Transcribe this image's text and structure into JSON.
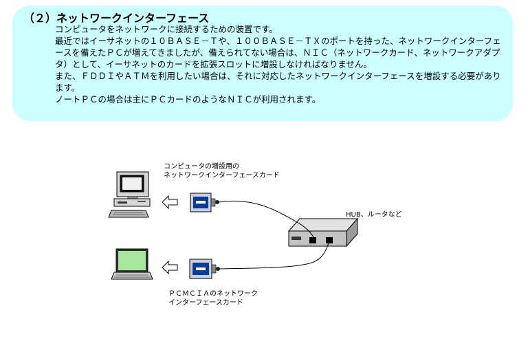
{
  "section": {
    "title": "（２）ネットワークインターフェース",
    "paragraphs": [
      "コンピュータをネットワークに接続するための装置です。",
      "最近ではイーサネットの１０ＢＡＳＥ－Ｔや、１００ＢＡＳＥ－ＴＸのポートを持った、ネットワークインターフェースを備えたＰＣが増えてきましたが、備えられてない場合は、ＮＩＣ（ネットワークカード、ネットワークアダプタ）として、イーサネットのカードを拡張スロットに増設しなければなりません。",
      "また、ＦＤＤＩやＡＴＭを利用したい場合は、それに対応したネットワークインターフェースを増設する必要があります。",
      "ノートＰＣの場合は主にＰＣカードのようなＮＩＣが利用されます。"
    ]
  },
  "diagram": {
    "desktop_card_label": [
      "コンピュータの増設用の",
      "ネットワークインターフェースカード"
    ],
    "hub_label": "HUB、ルータなど",
    "pcmcia_label": [
      "ＰＣＭＣＩＡのネットワーク",
      "インターフェースカード"
    ]
  },
  "colors": {
    "panel_background": "#ccffff",
    "laptop_screen": "#a8e6a0",
    "card_blue": "#0a3a9a",
    "card_body": "#c8d0e0"
  }
}
